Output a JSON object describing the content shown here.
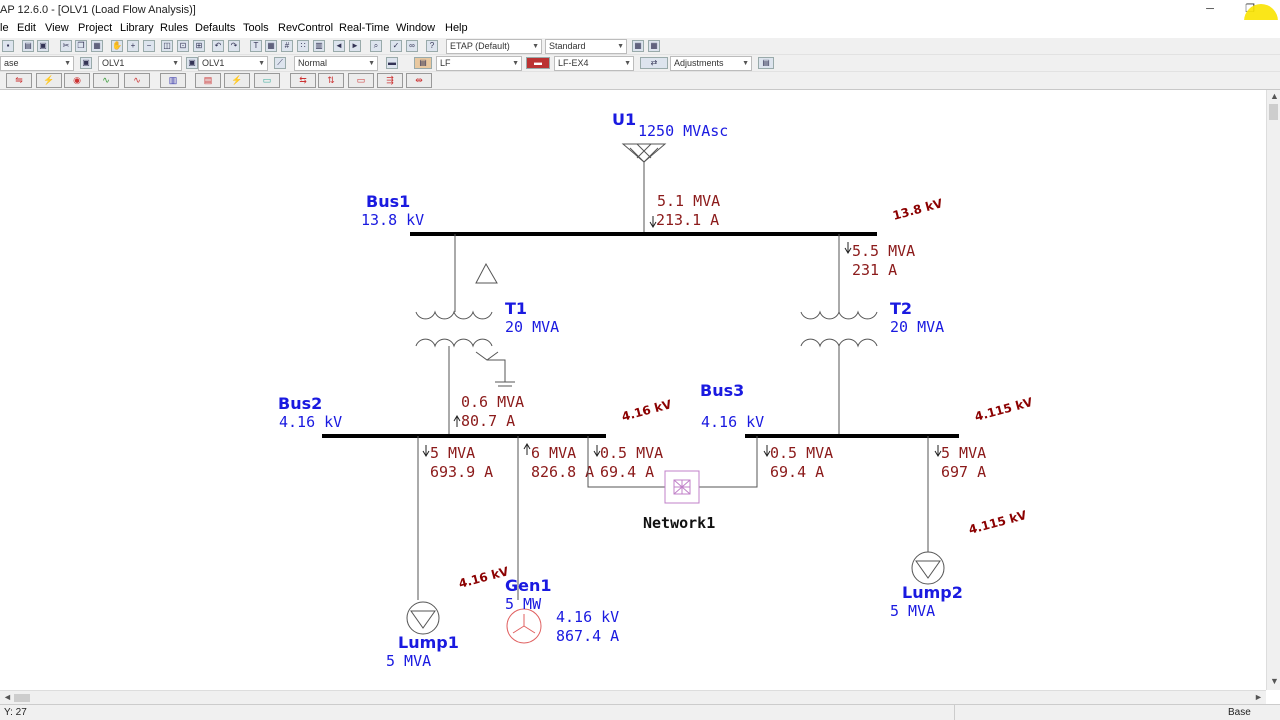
{
  "window": {
    "title": "AP 12.6.0 - [OLV1 (Load Flow Analysis)]",
    "minimize": "─",
    "restore": "❐"
  },
  "menu": [
    "le",
    "Edit",
    "View",
    "Project",
    "Library",
    "Rules",
    "Defaults",
    "Tools",
    "RevControl",
    "Real-Time",
    "Window",
    "Help"
  ],
  "toolbar1": {
    "config": "ETAP (Default)",
    "style": "Standard"
  },
  "toolbar2": {
    "base": "ase",
    "presentation": "OLV1",
    "view": "OLV1",
    "mode": "Normal",
    "study": "LF",
    "study_case": "LF-EX4",
    "adjustments": "Adjustments"
  },
  "diagram": {
    "utility": {
      "name": "U1",
      "rating": "1250 MVAsc",
      "flow_mva": "5.1 MVA",
      "flow_a": "213.1 A"
    },
    "bus1": {
      "name": "Bus1",
      "kv": "13.8 kV",
      "op_kv": "13.8 kV"
    },
    "t1": {
      "name": "T1",
      "rating": "20 MVA",
      "flow_mva": "0.6 MVA",
      "flow_a": "80.7 A"
    },
    "t2": {
      "name": "T2",
      "rating": "20 MVA",
      "flow_mva": "5.5 MVA",
      "flow_a": "231 A"
    },
    "bus2": {
      "name": "Bus2",
      "kv": "4.16 kV",
      "op_kv": "4.16 kV"
    },
    "bus3": {
      "name": "Bus3",
      "kv": "4.16 kV",
      "op_kv": "4.115 kV"
    },
    "lump1_branch": {
      "mva": "5 MVA",
      "a": "693.9 A"
    },
    "gen1_branch": {
      "mva": "6 MVA",
      "a": "826.8 A"
    },
    "net_left": {
      "mva": "0.5 MVA",
      "a": "69.4 A"
    },
    "net_right": {
      "mva": "0.5 MVA",
      "a": "69.4 A"
    },
    "lump2_branch": {
      "mva": "5 MVA",
      "a": "697 A"
    },
    "network": {
      "name": "Network1"
    },
    "gen1": {
      "name": "Gen1",
      "rating": "5 MW",
      "op_kv": "4.16 kV",
      "kv": "4.16 kV",
      "current": "867.4 A"
    },
    "lump1": {
      "name": "Lump1",
      "rating": "5 MVA"
    },
    "lump2": {
      "name": "Lump2",
      "rating": "5 MVA",
      "op_kv": "4.115 kV"
    }
  },
  "status": {
    "coords": "Y: 27",
    "mode": "Base"
  }
}
